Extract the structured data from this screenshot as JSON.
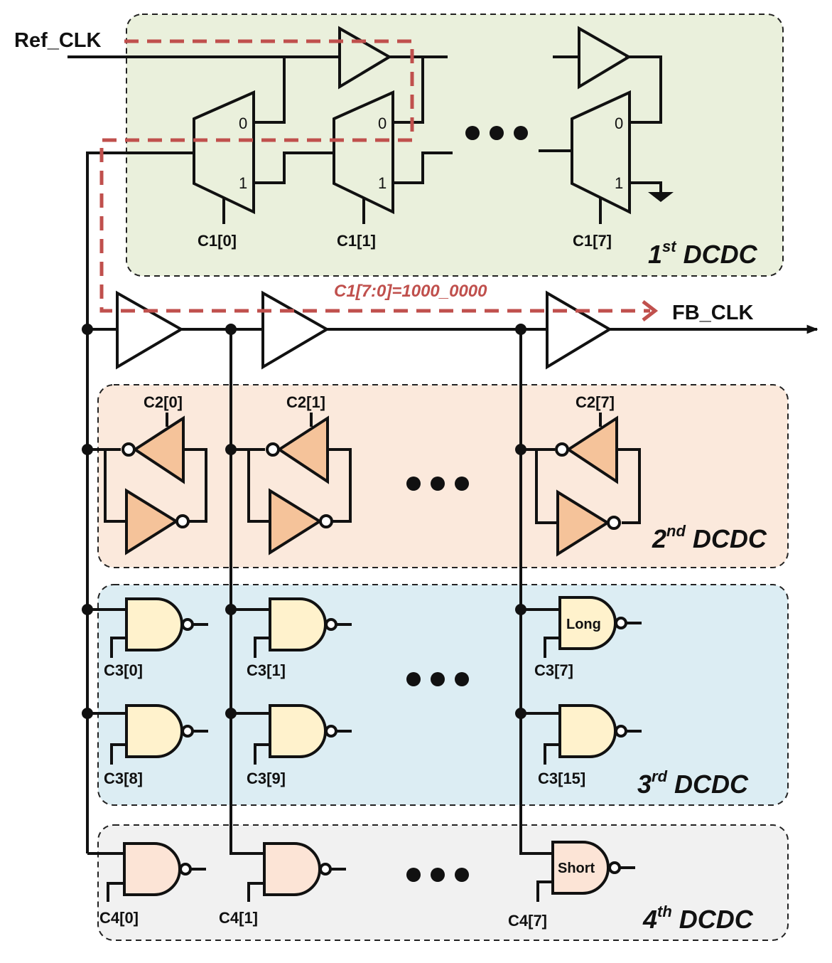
{
  "signals": {
    "ref_clk": "Ref_CLK",
    "fb_clk": "FB_CLK"
  },
  "path_annotation": "C1[7:0]=1000_0000",
  "stages": {
    "s1": {
      "num": "1",
      "sup": "st",
      "name": " DCDC"
    },
    "s2": {
      "num": "2",
      "sup": "nd",
      "name": " DCDC"
    },
    "s3": {
      "num": "3",
      "sup": "rd",
      "name": " DCDC"
    },
    "s4": {
      "num": "4",
      "sup": "th",
      "name": " DCDC"
    }
  },
  "mux": {
    "in0": "0",
    "in1": "1",
    "controls": [
      "C1[0]",
      "C1[1]",
      "C1[7]"
    ]
  },
  "c2_controls": [
    "C2[0]",
    "C2[1]",
    "C2[7]"
  ],
  "c3_controls": [
    "C3[0]",
    "C3[1]",
    "C3[7]",
    "C3[8]",
    "C3[9]",
    "C3[15]"
  ],
  "c4_controls": [
    "C4[0]",
    "C4[1]",
    "C4[7]"
  ],
  "gate_labels": {
    "long": "Long",
    "short": "Short"
  },
  "colors": {
    "stage1_fill": "#eaf0dc",
    "stage2_fill": "#fbe9dc",
    "stage3_fill": "#dcedf3",
    "stage4_fill": "#f1f1f1",
    "inverter_fill": "#f5c39a",
    "nand3_fill": "#fff2cc",
    "nand4_fill": "#fce4d6",
    "path": "#c0504d"
  }
}
